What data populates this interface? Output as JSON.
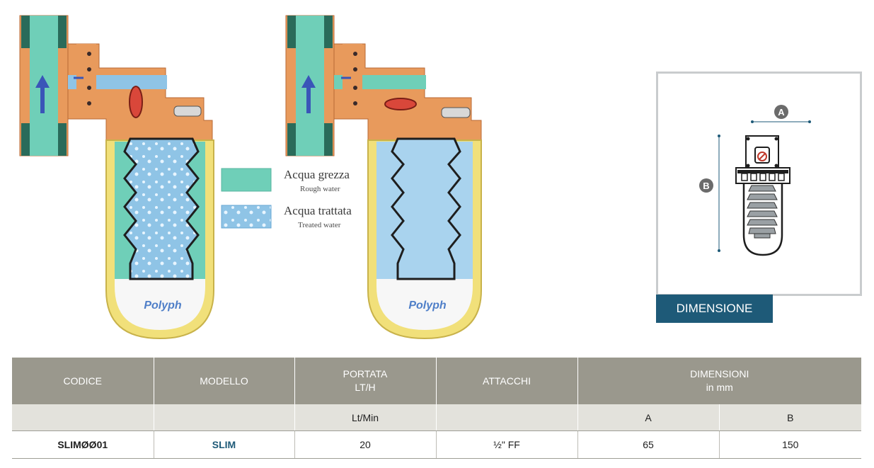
{
  "legend": {
    "rough_title": "Acqua grezza",
    "rough_sub": "Rough water",
    "treated_title": "Acqua trattata",
    "treated_sub": "Treated water",
    "brand_mark": "Polyph"
  },
  "dimension_box": {
    "label_a": "A",
    "label_b": "B",
    "caption": "DIMENSIONE"
  },
  "table": {
    "headers": {
      "codice": "CODICE",
      "modello": "MODELLO",
      "portata_1": "PORTATA",
      "portata_2": "LT/H",
      "attacchi": "ATTACCHI",
      "dimensioni_1": "DIMENSIONI",
      "dimensioni_2": "in mm"
    },
    "subheaders": {
      "codice": "",
      "modello": "",
      "portata": "Lt/Min",
      "attacchi": "",
      "a": "A",
      "b": "B"
    },
    "rows": [
      {
        "codice": "SLIMØØ01",
        "modello": "SLIM",
        "portata": "20",
        "attacchi": "½\" FF",
        "a": "65",
        "b": "150"
      }
    ]
  },
  "colors": {
    "brass": "#e89a5c",
    "rough_water": "#6fcfb8",
    "treated_water": "#8fc4e6",
    "bowl": "#f1e07a",
    "accent": "#1e5a78",
    "header_bg": "#9a988d"
  }
}
